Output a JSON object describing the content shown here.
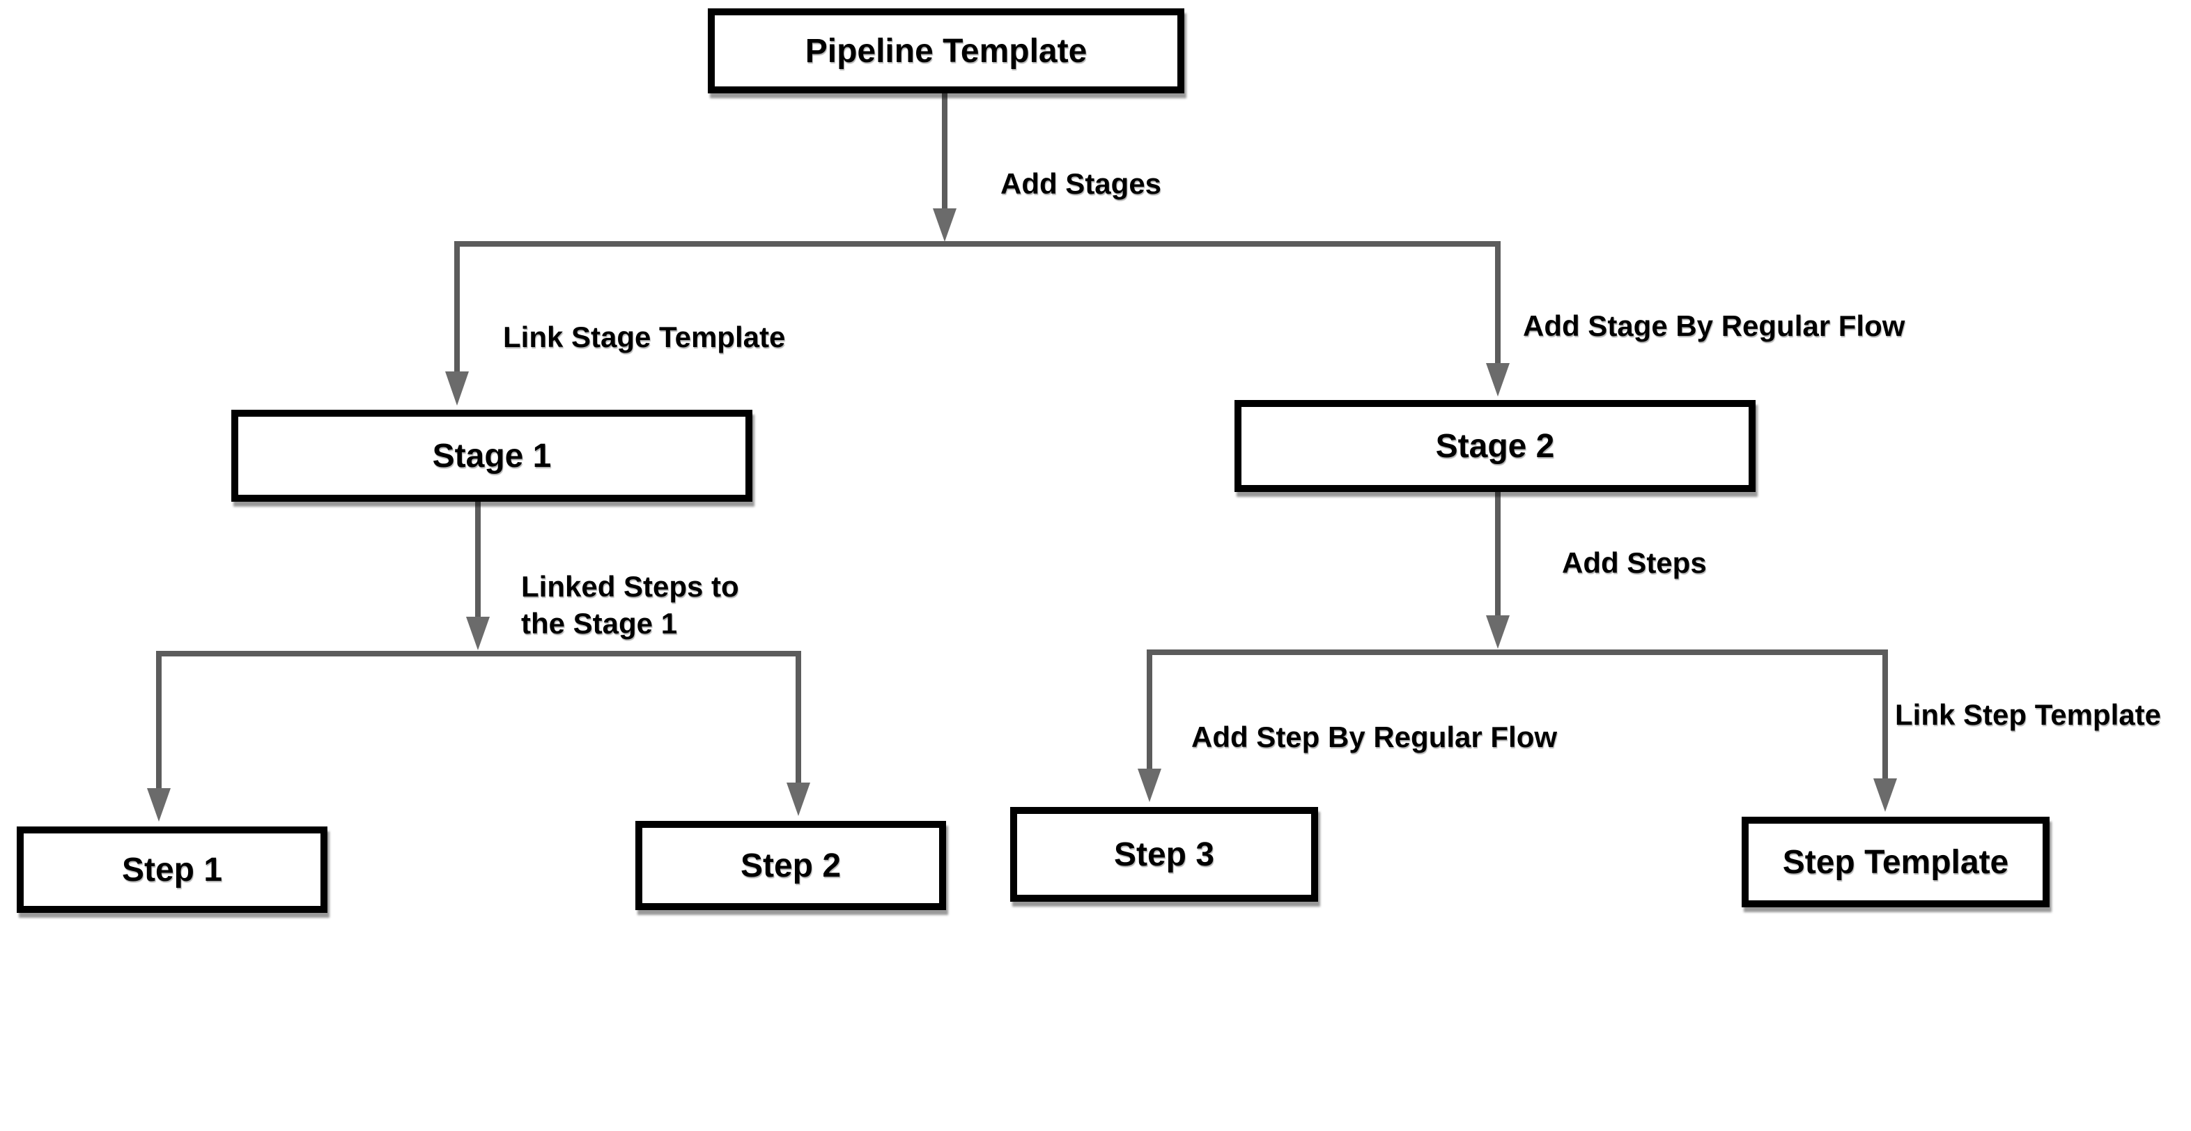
{
  "diagram": {
    "title": "Pipeline Template flow diagram",
    "colors": {
      "background": "#ffffff",
      "node_fill": "#ffffff",
      "node_border": "#000000",
      "node_text": "#000000",
      "connector": "#5c5c5c",
      "arrowhead": "#6b6b6b"
    },
    "nodes": {
      "pipeline_template": {
        "label": "Pipeline Template"
      },
      "stage_1": {
        "label": "Stage 1"
      },
      "stage_2": {
        "label": "Stage 2"
      },
      "step_1": {
        "label": "Step 1"
      },
      "step_2": {
        "label": "Step 2"
      },
      "step_3": {
        "label": "Step 3"
      },
      "step_template": {
        "label": "Step Template"
      }
    },
    "labels": {
      "add_stages": "Add Stages",
      "link_stage_template": "Link Stage Template",
      "add_stage_by_regular_flow": "Add Stage By Regular Flow",
      "linked_steps_to_stage_1": "Linked Steps to\nthe Stage 1",
      "add_steps": "Add Steps",
      "add_step_by_regular_flow": "Add Step By Regular Flow",
      "link_step_template": "Link Step Template"
    },
    "edges": [
      {
        "from": "pipeline_template",
        "to": "stage_1",
        "label": "Link Stage Template"
      },
      {
        "from": "pipeline_template",
        "to": "stage_2",
        "label": "Add Stage By Regular Flow"
      },
      {
        "from": "pipeline_template",
        "branch_label": "Add Stages"
      },
      {
        "from": "stage_1",
        "to": "step_1",
        "branch_label": "Linked Steps to the Stage 1"
      },
      {
        "from": "stage_1",
        "to": "step_2"
      },
      {
        "from": "stage_2",
        "to": "step_3",
        "label": "Add Step By Regular Flow",
        "branch_label": "Add Steps"
      },
      {
        "from": "stage_2",
        "to": "step_template",
        "label": "Link Step Template"
      }
    ]
  }
}
